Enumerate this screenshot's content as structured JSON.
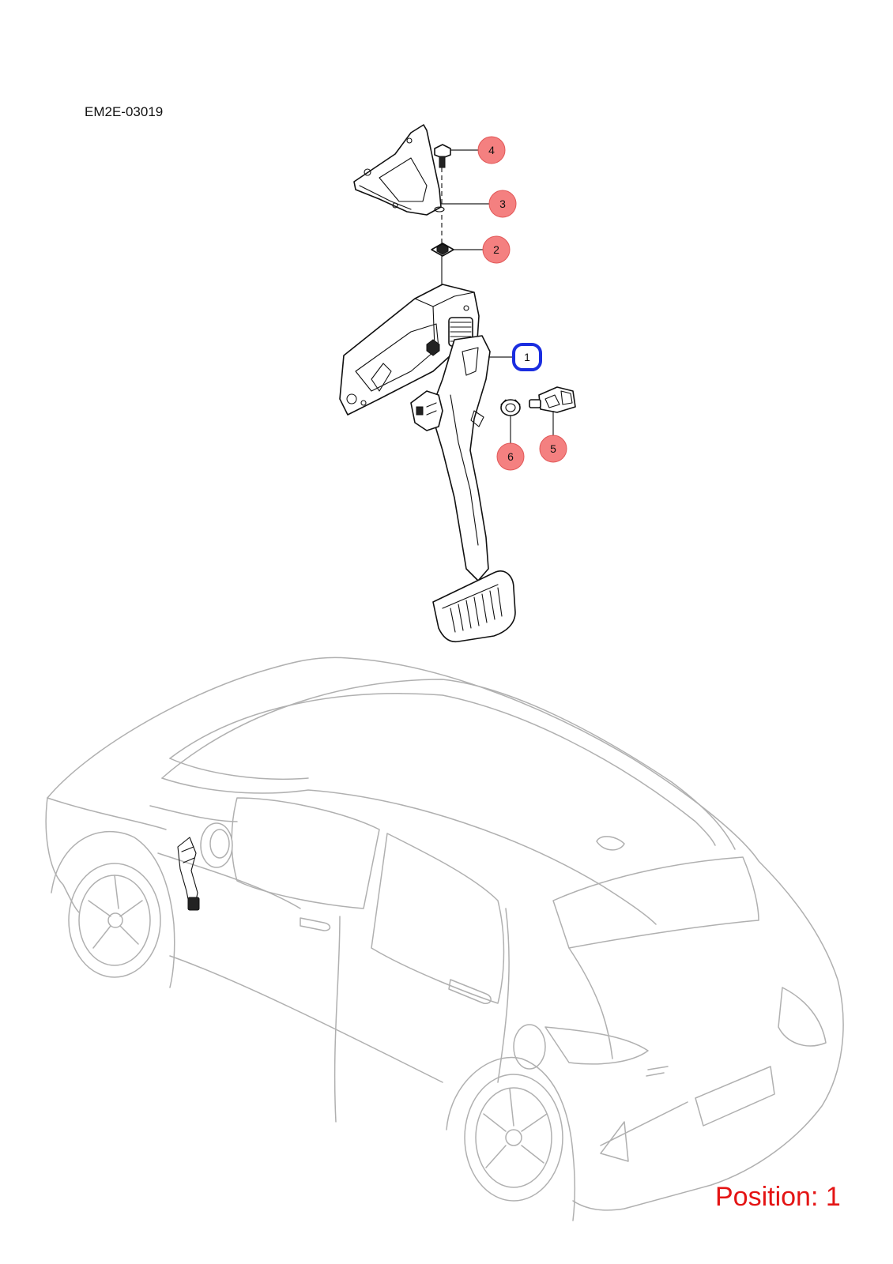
{
  "diagram": {
    "doc_code": "EM2E-03019",
    "position_label": "Position: 1",
    "selected_callout": "1",
    "callouts": [
      {
        "id": "1",
        "label": "1",
        "selected": true
      },
      {
        "id": "2",
        "label": "2",
        "selected": false
      },
      {
        "id": "3",
        "label": "3",
        "selected": false
      },
      {
        "id": "4",
        "label": "4",
        "selected": false
      },
      {
        "id": "5",
        "label": "5",
        "selected": false
      },
      {
        "id": "6",
        "label": "6",
        "selected": false
      }
    ],
    "colors": {
      "callout_fill": "#f47a7a",
      "selected_outline": "#1a2de0",
      "position_text": "#e41414",
      "car_outline": "#b0b0b0"
    }
  }
}
